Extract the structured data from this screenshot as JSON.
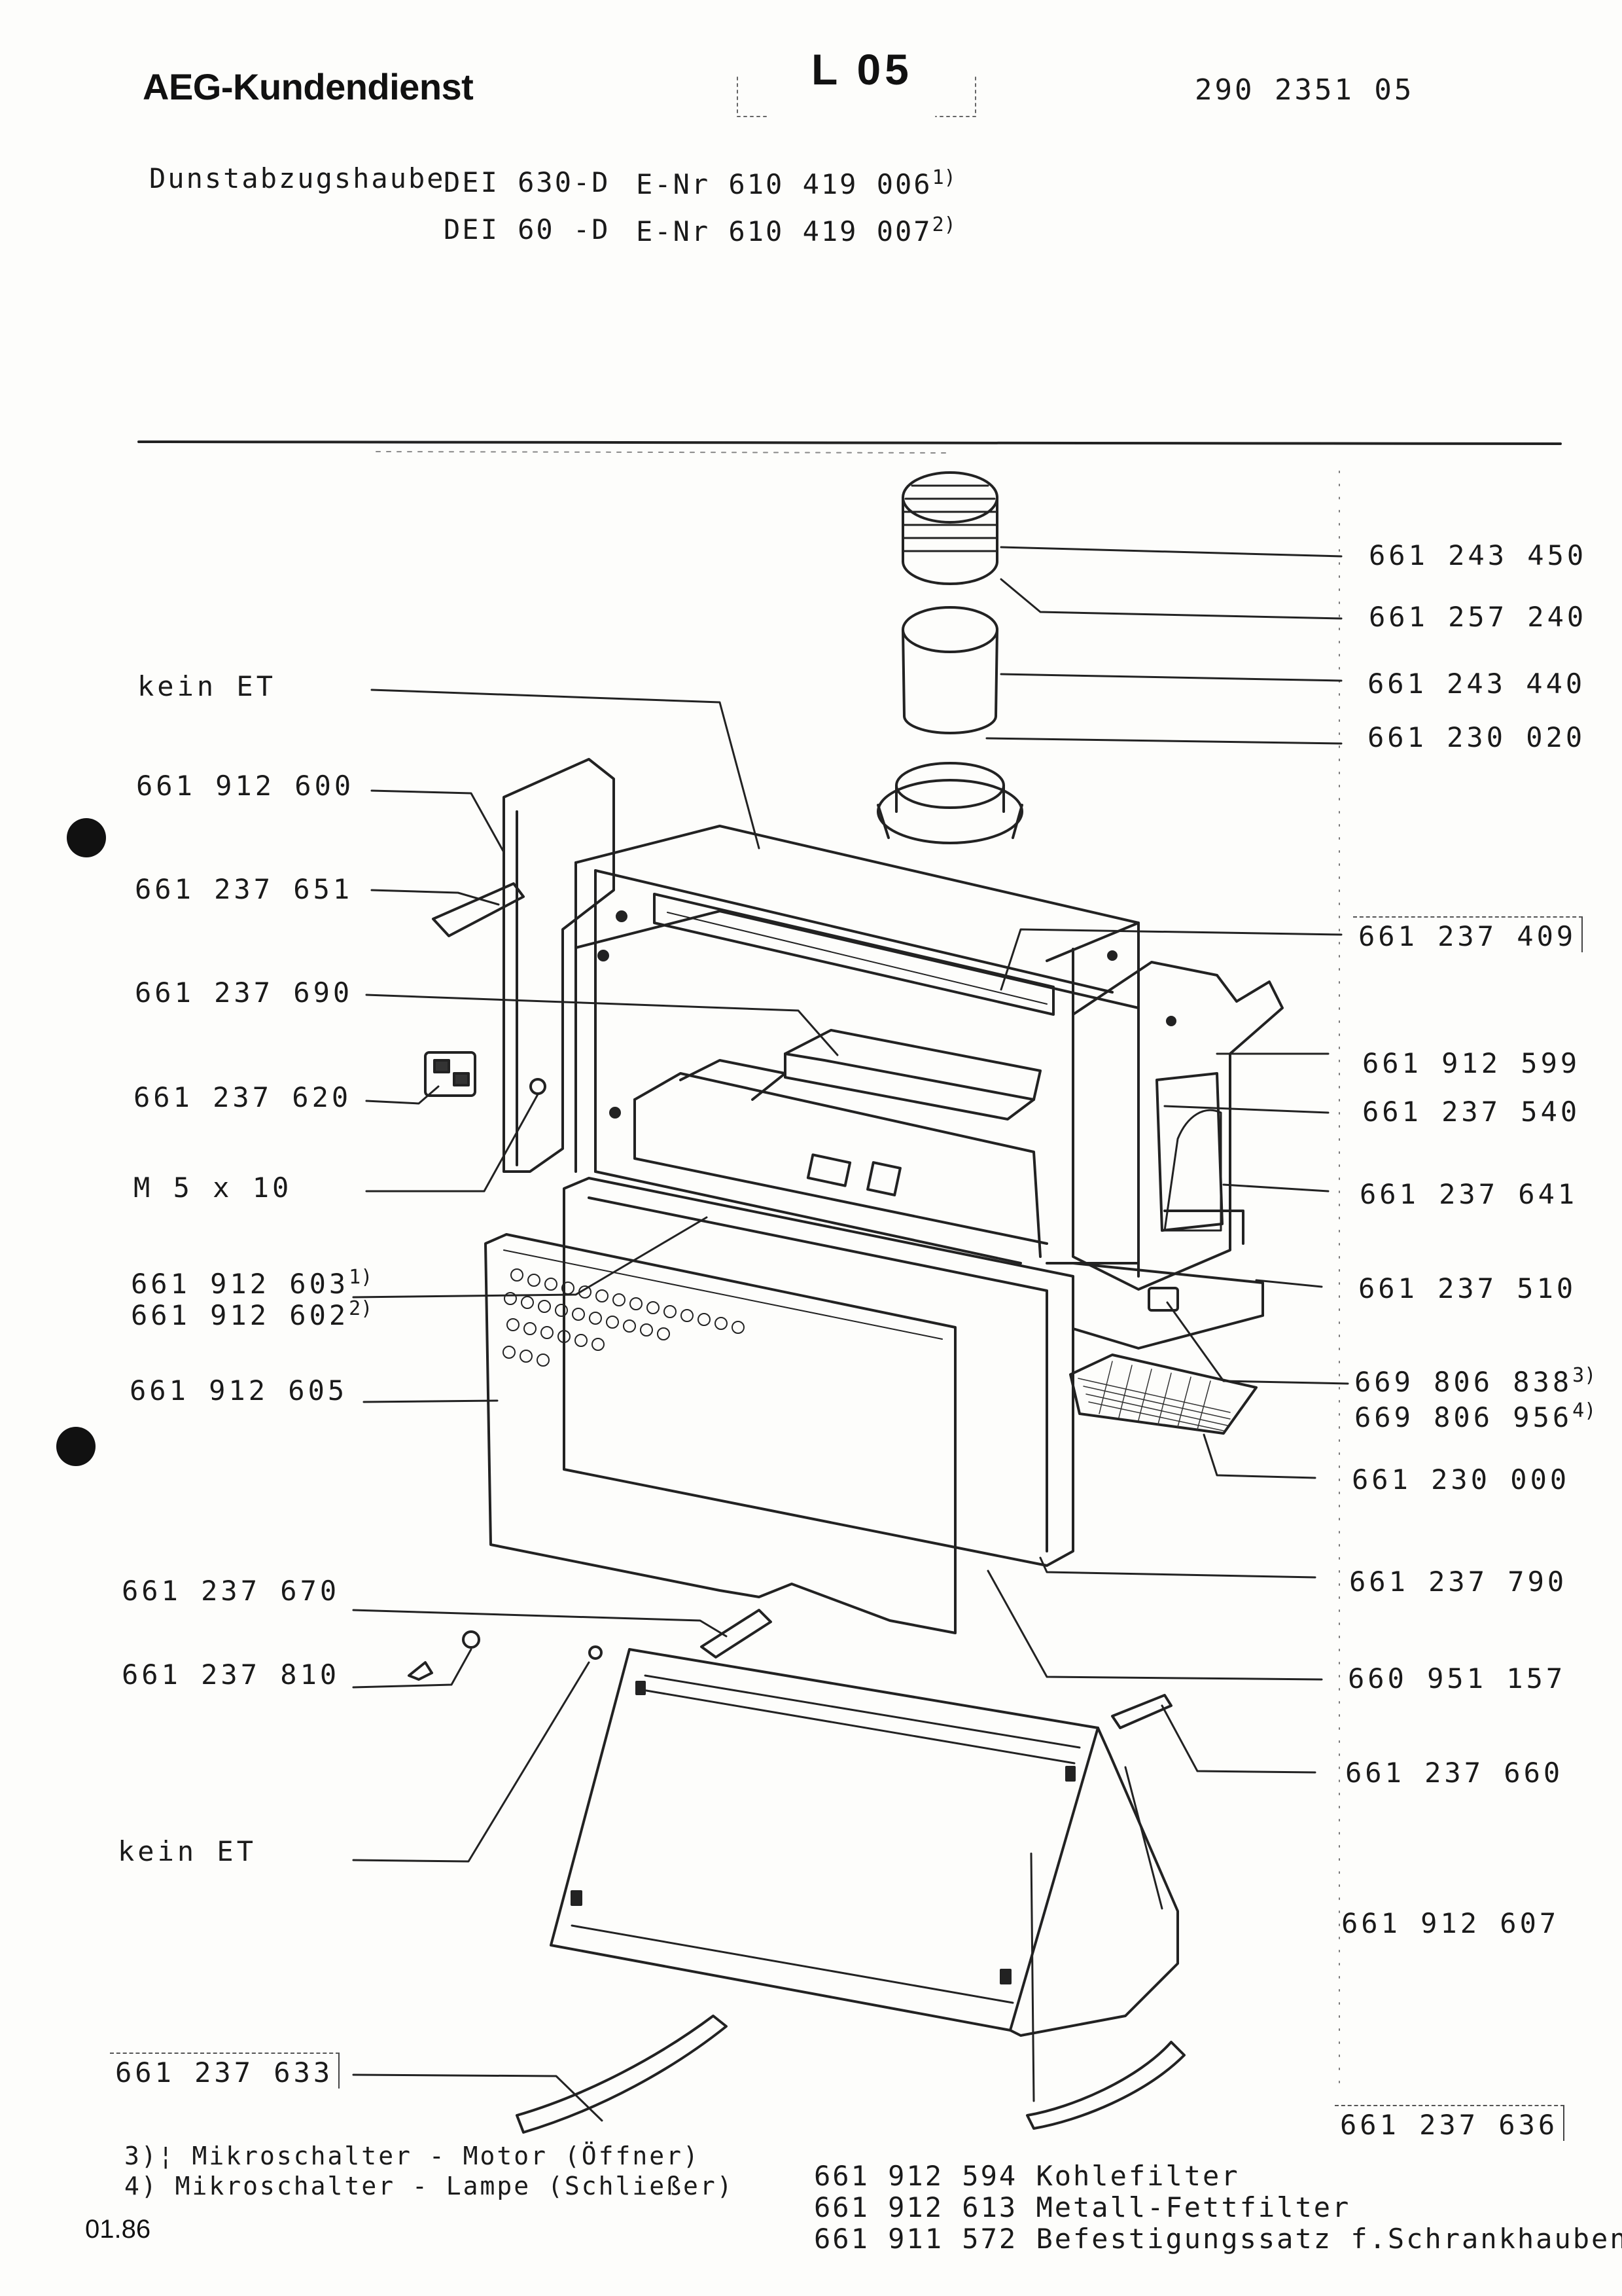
{
  "header": {
    "brand": "AEG-Kundendienst",
    "sheet": "L 05",
    "doc_number": "290 2351 05",
    "product": "Dunstabzugshaube",
    "models": [
      {
        "model": "DEI 630-D",
        "enr": "E-Nr 610 419 006",
        "note": "1)"
      },
      {
        "model": "DEI 60 -D",
        "enr": "E-Nr 610 419 007",
        "note": "2)"
      }
    ]
  },
  "left_labels": [
    {
      "text": "kein ET"
    },
    {
      "text": "661 912 600"
    },
    {
      "text": "661 237 651"
    },
    {
      "text": "661 237 690"
    },
    {
      "text": "661 237 620"
    },
    {
      "text": "M 5 x 10"
    },
    {
      "text": "661 912 603",
      "note": "1)"
    },
    {
      "text": "661 912 602",
      "note": "2)"
    },
    {
      "text": "661 912 605"
    },
    {
      "text": "661 237 670"
    },
    {
      "text": "661 237 810"
    },
    {
      "text": "kein ET"
    },
    {
      "text": "661 237 633"
    }
  ],
  "right_labels": [
    {
      "text": "661 243 450"
    },
    {
      "text": "661 257 240"
    },
    {
      "text": "661 243 440"
    },
    {
      "text": "661 230 020"
    },
    {
      "text": "661 237 409"
    },
    {
      "text": "661 912 599"
    },
    {
      "text": "661 237 540"
    },
    {
      "text": "661 237 641"
    },
    {
      "text": "661 237 510"
    },
    {
      "text": "669 806 838",
      "note": "3)"
    },
    {
      "text": "669 806 956",
      "note": "4)"
    },
    {
      "text": "661 230 000"
    },
    {
      "text": "661 237 790"
    },
    {
      "text": "660 951 157"
    },
    {
      "text": "661 237 660"
    },
    {
      "text": "661 912 607"
    },
    {
      "text": "661 237 636"
    }
  ],
  "footnotes": [
    {
      "mark": "3)",
      "text": "Mikroschalter - Motor (Öffner)"
    },
    {
      "mark": "4)",
      "text": "Mikroschalter - Lampe (Schließer)"
    }
  ],
  "accessories": [
    {
      "number": "661 912 594",
      "name": "Kohlefilter"
    },
    {
      "number": "661 912 613",
      "name": "Metall-Fettfilter"
    },
    {
      "number": "661 911 572",
      "name": "Befestigungssatz f.Schrankhauben"
    }
  ],
  "date": "01.86"
}
